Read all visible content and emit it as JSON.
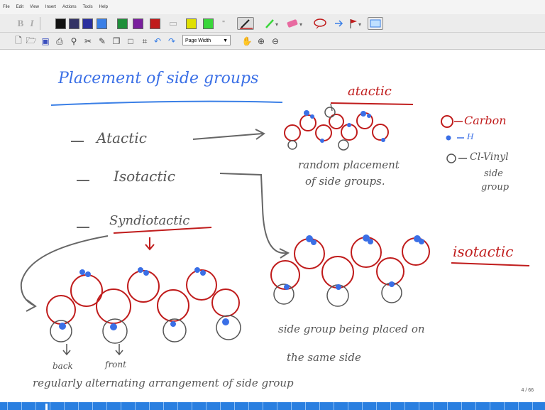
{
  "menu": [
    "File",
    "Edit",
    "View",
    "Insert",
    "Actions",
    "Tools",
    "Help"
  ],
  "toolbar": {
    "colors": [
      "#111111",
      "#333366",
      "#2b2f9e",
      "#3a7fe6",
      "#1f8f3a",
      "#7a1f9e",
      "#c01c1c",
      "#e0e000",
      "#39d63a"
    ],
    "zoom_select": "Page Width"
  },
  "notes": {
    "title": "Placement of side groups",
    "list": [
      "Atactic",
      "Isotactic",
      "Syndiotactic"
    ],
    "atactic_label": "atactic",
    "atactic_caption_1": "random placement",
    "atactic_caption_2": "of side groups.",
    "legend_carbon": "Carbon",
    "legend_h": "H",
    "legend_side_1": "Cl-Vinyl",
    "legend_side_2": "side",
    "legend_side_3": "group",
    "isotactic_label": "isotactic",
    "iso_caption_1": "side group being placed on",
    "iso_caption_2": "the same side",
    "back": "back",
    "front": "front",
    "syndio_caption": "regularly alternating arrangement of side group"
  },
  "page_indicator": "4 / 66"
}
